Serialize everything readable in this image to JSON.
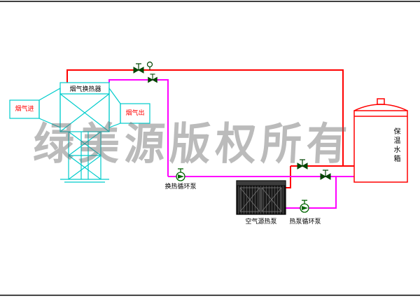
{
  "watermark": {
    "text": "绿美源版权所有"
  },
  "colors": {
    "hot_pipe": "#ff0000",
    "return_pipe": "#ff00ff",
    "exchanger": "#00cccc",
    "tank": "#ff0000",
    "device": "#005500",
    "frame": "#000000"
  },
  "components": {
    "heat_exchanger": {
      "label": "烟气换热器"
    },
    "flue_gas_inlet": {
      "label": "烟气进"
    },
    "flue_gas_outlet": {
      "label": "烟气出"
    },
    "water_tank": {
      "label": "保温水箱"
    },
    "heat_pump": {
      "label": "空气源热泵"
    },
    "hx_pump": {
      "label": "换热循环泵"
    },
    "hp_pump": {
      "label": "热泵循环泵"
    }
  }
}
